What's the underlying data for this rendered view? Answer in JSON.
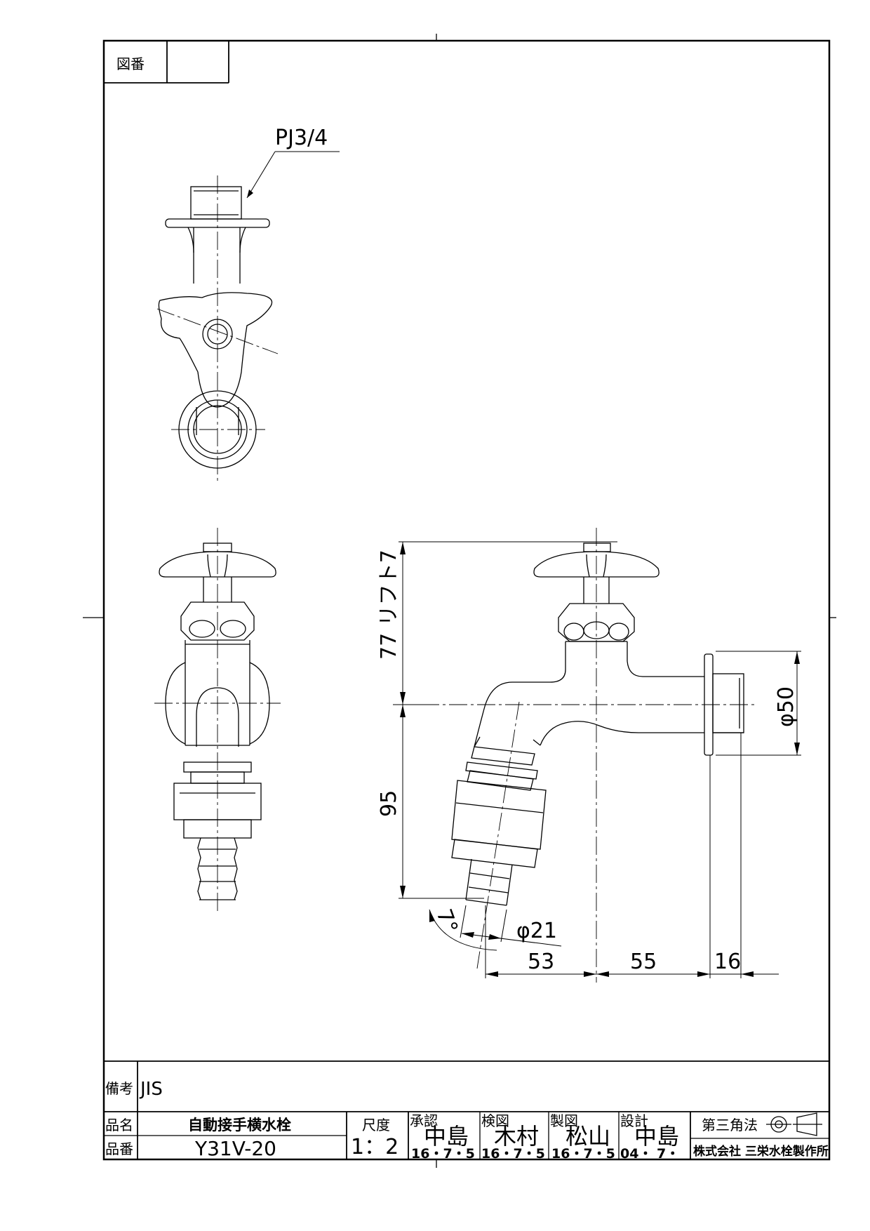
{
  "drawing_no_label": "図番",
  "drawing_no_value": "",
  "annotation_thread": "PJ3/4",
  "dimensions": {
    "height_upper": "77 リフト7",
    "height_lower": "95",
    "flange_dia": "φ50",
    "hose_dia": "φ21",
    "angle": "7°",
    "len_a": "53",
    "len_b": "55",
    "len_c": "16"
  },
  "remarks": {
    "label": "備考",
    "value": "JIS"
  },
  "product_name": {
    "label": "品名",
    "value": "自動接手横水栓"
  },
  "product_no": {
    "label": "品番",
    "value": "Y31V-20"
  },
  "scale": {
    "label": "尺度",
    "value": "1：2"
  },
  "approvals": [
    {
      "role": "承認",
      "name": "中島",
      "date": "16・7・5"
    },
    {
      "role": "検図",
      "name": "木村",
      "date": "16・7・5"
    },
    {
      "role": "製図",
      "name": "松山",
      "date": "16・7・5"
    },
    {
      "role": "設計",
      "name": "中島",
      "date": "04・ 7・"
    }
  ],
  "projection": "第三角法",
  "company": "株式会社 三栄水栓製作所"
}
